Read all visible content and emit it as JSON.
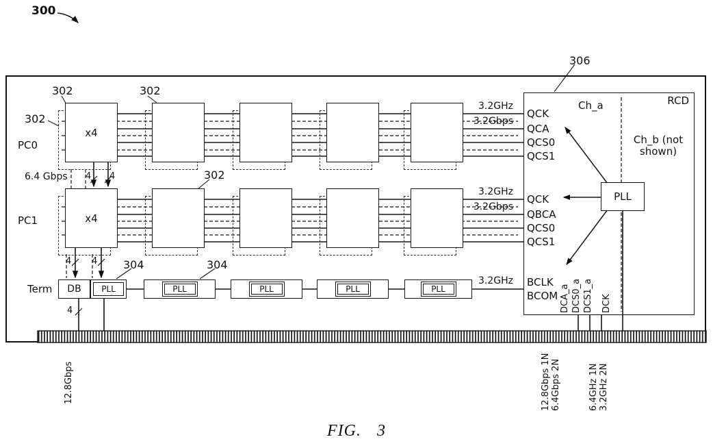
{
  "figure": {
    "number": "300",
    "caption": "FIG. 3"
  },
  "refs": {
    "chip": "302",
    "buffer": "304",
    "rcd": "306"
  },
  "left": {
    "pc0": "PC0",
    "pc1": "PC1",
    "chip_width": "x4",
    "link_rate": "6.4 Gbps",
    "lane_count": "4",
    "term": "Term"
  },
  "rates": {
    "clock": "3.2GHz",
    "data": "3.2Gbps"
  },
  "buffer_row": {
    "db": "DB",
    "pll": "PLL"
  },
  "rcd": {
    "name": "RCD",
    "ch_a": "Ch_a",
    "ch_b": [
      "Ch_b (not",
      "shown)"
    ],
    "pll": "PLL",
    "qa_signals": [
      "QCK",
      "QCA",
      "QCS0",
      "QCS1"
    ],
    "qb_signals": [
      "QCK",
      "QBCA",
      "QCS0",
      "QCS1"
    ],
    "b_signals": [
      "BCLK",
      "BCOM"
    ],
    "host_signals": [
      "DCA_a",
      "DCS0_a",
      "DCS1_a",
      "DCK"
    ]
  },
  "connector": {
    "data_rate": "12.8Gbps",
    "ca_rates": [
      "12.8Gbps 1N",
      "6.4Gbps 2N"
    ],
    "clk_rates": [
      "6.4GHz 1N",
      "3.2GHz 2N"
    ]
  }
}
